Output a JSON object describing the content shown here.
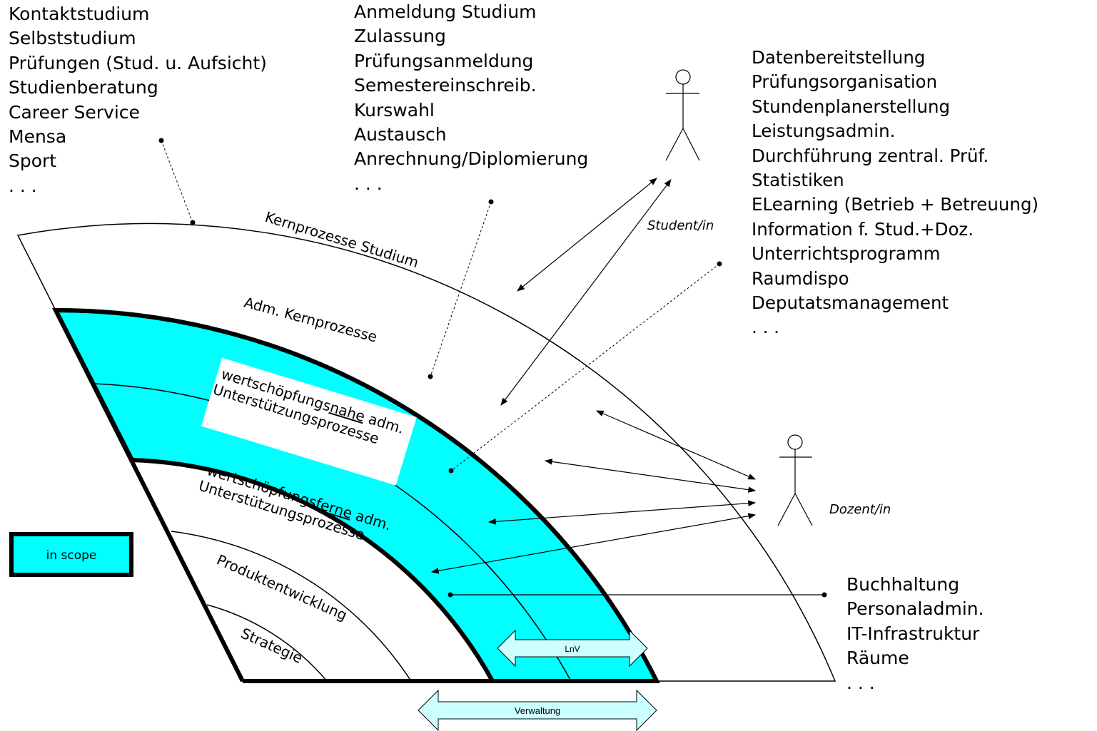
{
  "lists": {
    "studium": [
      "Kontaktstudium",
      "Selbststudium",
      "Prüfungen (Stud. u. Aufsicht)",
      "Studienberatung",
      "Career Service",
      "Mensa",
      "Sport",
      ". . ."
    ],
    "admin": [
      "Anmeldung Studium",
      "Zulassung",
      "Prüfungsanmeldung",
      "Semestereinschreib.",
      "Kurswahl",
      "Austausch",
      "Anrechnung/Diplomierung",
      ". . ."
    ],
    "support": [
      "Datenbereitstellung",
      "Prüfungsorganisation",
      "Stundenplanerstellung",
      "Leistungsadmin.",
      "Durchführung zentral. Prüf.",
      "Statistiken",
      "ELearning (Betrieb + Betreuung)",
      "Information f. Stud.+Doz.",
      "Unterrichtsprogramm",
      "Raumdispo",
      "Deputatsmanagement",
      ". . ."
    ],
    "ferne": [
      "Buchhaltung",
      "Personaladmin.",
      "IT-Infrastruktur",
      "Räume",
      ". . ."
    ]
  },
  "bands": {
    "kern_studium": "Kernprozesse Studium",
    "adm_kern": "Adm. Kernprozesse",
    "nahe_l1_pre": "wertschöpfungs",
    "nahe_l1_u": "nahe",
    "nahe_l1_post": " adm.",
    "nahe_l2": "Unterstützungsprozesse",
    "ferne_l1_pre": "wertschöpfungs",
    "ferne_l1_u": "ferne",
    "ferne_l1_post": " adm.",
    "ferne_l2": "Unterstützungsprozesse",
    "produkt": "Produktentwicklung",
    "strategie": "Strategie"
  },
  "actors": {
    "student": "Student/in",
    "dozent": "Dozent/in"
  },
  "legend": {
    "in_scope": "in scope"
  },
  "arrows": {
    "lnv": "LnV",
    "verwaltung": "Verwaltung"
  },
  "colors": {
    "in_scope_fill": "#00ffff",
    "scope_arrow_fill": "#ccffff"
  }
}
